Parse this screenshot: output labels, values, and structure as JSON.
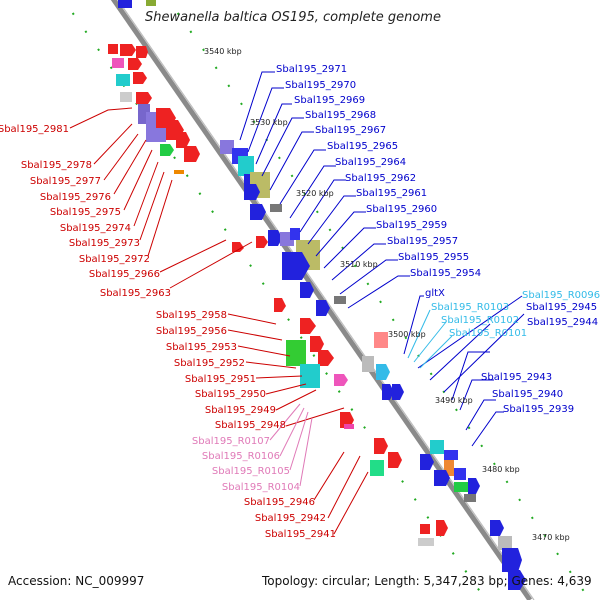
{
  "title": "Shewanella baltica OS195, complete genome",
  "footer": {
    "accession": "Accession: NC_009997",
    "info": "Topology: circular; Length: 5,347,283 bp; Genes: 4,639"
  },
  "colors": {
    "right_labels": "#0000cc",
    "left_labels": "#cc0000",
    "rna_left": "#e07ab8",
    "rna_right": "#33bbe8",
    "backbone": "#888888",
    "dots": "#22aa22"
  },
  "scale_labels": [
    "3540 kbp",
    "3530 kbp",
    "3520 kbp",
    "3510 kbp",
    "3500 kbp",
    "3490 kbp",
    "3480 kbp",
    "3470 kbp"
  ],
  "right_labels": [
    "Sbal195_2971",
    "Sbal195_2970",
    "Sbal195_2969",
    "Sbal195_2968",
    "Sbal195_2967",
    "Sbal195_2965",
    "Sbal195_2964",
    "Sbal195_2962",
    "Sbal195_2961",
    "Sbal195_2960",
    "Sbal195_2959",
    "Sbal195_2957",
    "Sbal195_2955",
    "Sbal195_2954",
    "gltX",
    "Sbal195_R0096",
    "Sbal195_R0103",
    "Sbal195_2945",
    "Sbal195_R0102",
    "Sbal195_2944",
    "Sbal195_R0101",
    "Sbal195_2943",
    "Sbal195_2940",
    "Sbal195_2939"
  ],
  "left_labels": [
    "Sbal195_2981",
    "Sbal195_2978",
    "Sbal195_2977",
    "Sbal195_2976",
    "Sbal195_2975",
    "Sbal195_2974",
    "Sbal195_2973",
    "Sbal195_2972",
    "Sbal195_2966",
    "Sbal195_2963",
    "Sbal195_2958",
    "Sbal195_2956",
    "Sbal195_2953",
    "Sbal195_2952",
    "Sbal195_2951",
    "Sbal195_2950",
    "Sbal195_2949",
    "Sbal195_2948",
    "Sbal195_R0107",
    "Sbal195_R0106",
    "Sbal195_R0105",
    "Sbal195_R0104",
    "Sbal195_2946",
    "Sbal195_2942",
    "Sbal195_2941"
  ]
}
